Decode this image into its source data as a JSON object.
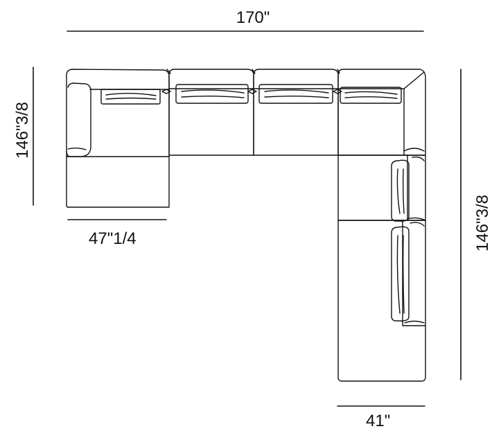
{
  "dimensions": {
    "overall_width": "170\"",
    "left_depth": "146\"3/8",
    "right_depth": "146\"3/8",
    "corner_seat_width": "47\"1/4",
    "chaise_width": "41\""
  },
  "colors": {
    "line": "#111111",
    "background": "#ffffff"
  }
}
